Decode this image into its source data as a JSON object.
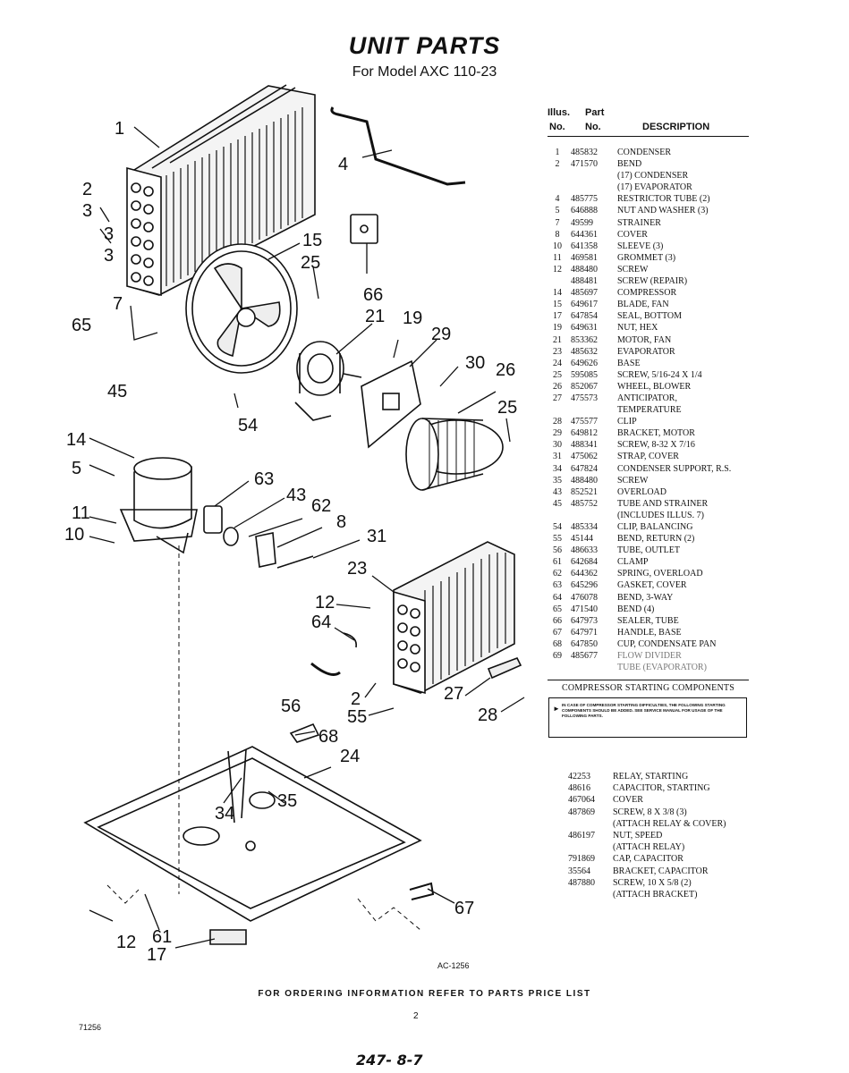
{
  "header": {
    "title": "UNIT PARTS",
    "subtitle": "For Model AXC 110-23"
  },
  "table": {
    "col_illus_top": "Illus.",
    "col_illus_bottom": "No.",
    "col_part_top": "Part",
    "col_part_bottom": "No.",
    "col_description": "DESCRIPTION",
    "rows": [
      {
        "illus": "1",
        "part": "485832",
        "desc": "Condenser"
      },
      {
        "illus": "2",
        "part": "471570",
        "desc": "Bend"
      },
      {
        "illus": "",
        "part": "",
        "desc": "(17) Condenser"
      },
      {
        "illus": "",
        "part": "",
        "desc": "(17) Evaporator"
      },
      {
        "illus": "4",
        "part": "485775",
        "desc": "Restrictor Tube (2)"
      },
      {
        "illus": "5",
        "part": "646888",
        "desc": "Nut and Washer (3)"
      },
      {
        "illus": "7",
        "part": "49599",
        "desc": "Strainer"
      },
      {
        "illus": "8",
        "part": "644361",
        "desc": "Cover"
      },
      {
        "illus": "10",
        "part": "641358",
        "desc": "Sleeve (3)"
      },
      {
        "illus": "11",
        "part": "469581",
        "desc": "Grommet (3)"
      },
      {
        "illus": "12",
        "part": "488480",
        "desc": "Screw"
      },
      {
        "illus": "",
        "part": "488481",
        "desc": "Screw (Repair)"
      },
      {
        "illus": "14",
        "part": "485697",
        "desc": "Compressor"
      },
      {
        "illus": "15",
        "part": "649617",
        "desc": "Blade, Fan"
      },
      {
        "illus": "17",
        "part": "647854",
        "desc": "Seal, Bottom"
      },
      {
        "illus": "19",
        "part": "649631",
        "desc": "Nut, Hex"
      },
      {
        "illus": "21",
        "part": "853362",
        "desc": "Motor, Fan"
      },
      {
        "illus": "23",
        "part": "485632",
        "desc": "Evaporator"
      },
      {
        "illus": "24",
        "part": "649626",
        "desc": "Base"
      },
      {
        "illus": "25",
        "part": "595085",
        "desc": "Screw, 5/16-24 x 1/4"
      },
      {
        "illus": "26",
        "part": "852067",
        "desc": "Wheel, Blower"
      },
      {
        "illus": "27",
        "part": "475573",
        "desc": "Anticipator,"
      },
      {
        "illus": "",
        "part": "",
        "desc": "Temperature"
      },
      {
        "illus": "28",
        "part": "475577",
        "desc": "Clip"
      },
      {
        "illus": "29",
        "part": "649812",
        "desc": "Bracket, Motor"
      },
      {
        "illus": "30",
        "part": "488341",
        "desc": "Screw, 8-32 x 7/16"
      },
      {
        "illus": "31",
        "part": "475062",
        "desc": "Strap, Cover"
      },
      {
        "illus": "34",
        "part": "647824",
        "desc": "Condenser Support, R.S."
      },
      {
        "illus": "35",
        "part": "488480",
        "desc": "Screw"
      },
      {
        "illus": "43",
        "part": "852521",
        "desc": "Overload"
      },
      {
        "illus": "45",
        "part": "485752",
        "desc": "Tube and Strainer"
      },
      {
        "illus": "",
        "part": "",
        "desc": "(Includes Illus. 7)"
      },
      {
        "illus": "54",
        "part": "485334",
        "desc": "Clip, Balancing"
      },
      {
        "illus": "55",
        "part": "45144",
        "desc": "Bend, Return (2)"
      },
      {
        "illus": "56",
        "part": "486633",
        "desc": "Tube, Outlet"
      },
      {
        "illus": "61",
        "part": "642684",
        "desc": "Clamp"
      },
      {
        "illus": "62",
        "part": "644362",
        "desc": "Spring, Overload"
      },
      {
        "illus": "63",
        "part": "645296",
        "desc": "Gasket, Cover"
      },
      {
        "illus": "64",
        "part": "476078",
        "desc": "Bend, 3-Way"
      },
      {
        "illus": "65",
        "part": "471540",
        "desc": "Bend (4)"
      },
      {
        "illus": "66",
        "part": "647973",
        "desc": "Sealer, Tube"
      },
      {
        "illus": "67",
        "part": "647971",
        "desc": "Handle, Base"
      },
      {
        "illus": "68",
        "part": "647850",
        "desc": "Cup, Condensate Pan"
      },
      {
        "illus": "69",
        "part": "485677",
        "desc": "Flow Divider"
      },
      {
        "illus": "",
        "part": "",
        "desc": "Tube (Evaporator)"
      }
    ]
  },
  "compressor_section": {
    "title": "COMPRESSOR STARTING COMPONENTS",
    "notice": "In case of compressor starting difficulties, the following starting components should be added. See service manual for usage of the following parts.",
    "notice_arrow": "►",
    "items": [
      {
        "part": "42253",
        "desc": "Relay, Starting"
      },
      {
        "part": "48616",
        "desc": "Capacitor, Starting"
      },
      {
        "part": "467064",
        "desc": "Cover"
      },
      {
        "part": "487869",
        "desc": "Screw, 8 x 3/8 (3)"
      },
      {
        "part": "",
        "desc": "(Attach Relay & Cover)"
      },
      {
        "part": "486197",
        "desc": "Nut, Speed"
      },
      {
        "part": "",
        "desc": "(Attach Relay)"
      },
      {
        "part": "791869",
        "desc": "Cap, Capacitor"
      },
      {
        "part": "35564",
        "desc": "Bracket, Capacitor"
      },
      {
        "part": "487880",
        "desc": "Screw, 10 x 5/8 (2)"
      },
      {
        "part": "",
        "desc": "(Attach Bracket)"
      }
    ]
  },
  "callouts": {
    "c1": "1",
    "c2a": "2",
    "c3": "3",
    "c65": "65",
    "c7": "7",
    "c45": "45",
    "c4": "4",
    "c15": "15",
    "c25a": "25",
    "c66": "66",
    "c21": "21",
    "c19": "19",
    "c29": "29",
    "c30": "30",
    "c26": "26",
    "c25b": "25",
    "c54": "54",
    "c14": "14",
    "c5": "5",
    "c11": "11",
    "c10": "10",
    "c63": "63",
    "c43": "43",
    "c62": "62",
    "c8": "8",
    "c31": "31",
    "c23": "23",
    "c12a": "12",
    "c64": "64",
    "c56": "56",
    "c2b": "2",
    "c55": "55",
    "c27": "27",
    "c28": "28",
    "c68": "68",
    "c24": "24",
    "c34": "34",
    "c35": "35",
    "c12b": "12",
    "c61": "61",
    "c17": "17",
    "c67": "67",
    "c6_partial": "3",
    "c3b": "3"
  },
  "figure_code": "AC-1256",
  "footer": "FOR ORDERING INFORMATION REFER TO PARTS PRICE LIST",
  "doc_number": "71256",
  "page_number": "2",
  "handwritten_note": "247- 8-7"
}
